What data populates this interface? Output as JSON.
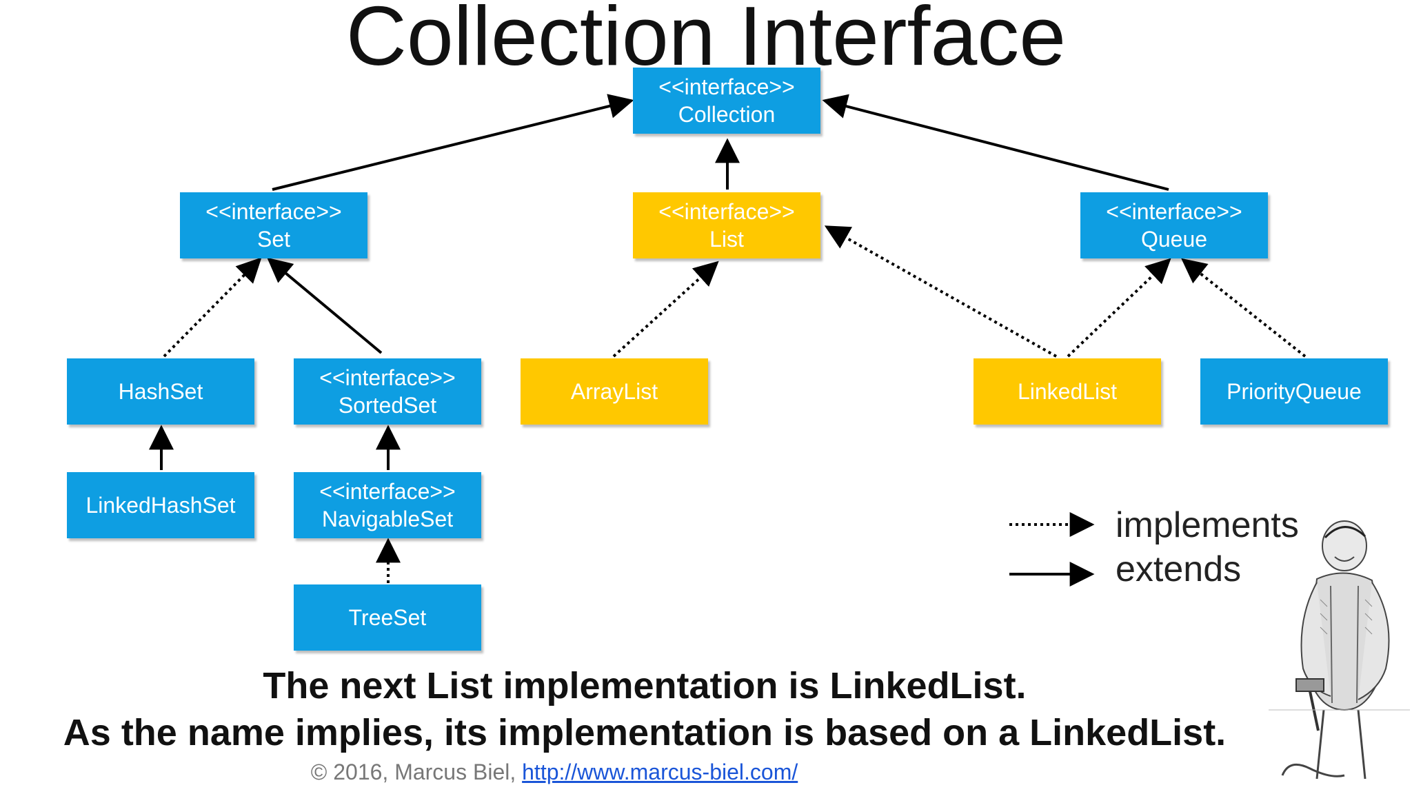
{
  "title": "Collection Interface",
  "nodes": {
    "collection": {
      "stereotype": "<<interface>>",
      "name": "Collection",
      "color": "#0e9ee2"
    },
    "set": {
      "stereotype": "<<interface>>",
      "name": "Set",
      "color": "#0e9ee2"
    },
    "list": {
      "stereotype": "<<interface>>",
      "name": "List",
      "color": "#ffc800"
    },
    "queue": {
      "stereotype": "<<interface>>",
      "name": "Queue",
      "color": "#0e9ee2"
    },
    "hashset": {
      "name": "HashSet",
      "color": "#0e9ee2"
    },
    "sortedset": {
      "stereotype": "<<interface>>",
      "name": "SortedSet",
      "color": "#0e9ee2"
    },
    "arraylist": {
      "name": "ArrayList",
      "color": "#ffc800"
    },
    "linkedlist": {
      "name": "LinkedList",
      "color": "#ffc800"
    },
    "priorityqueue": {
      "name": "PriorityQueue",
      "color": "#0e9ee2"
    },
    "linkedhashset": {
      "name": "LinkedHashSet",
      "color": "#0e9ee2"
    },
    "navigableset": {
      "stereotype": "<<interface>>",
      "name": "NavigableSet",
      "color": "#0e9ee2"
    },
    "treeset": {
      "name": "TreeSet",
      "color": "#0e9ee2"
    }
  },
  "edges": [
    {
      "from": "set",
      "to": "collection",
      "type": "extends"
    },
    {
      "from": "list",
      "to": "collection",
      "type": "extends"
    },
    {
      "from": "queue",
      "to": "collection",
      "type": "extends"
    },
    {
      "from": "hashset",
      "to": "set",
      "type": "implements"
    },
    {
      "from": "sortedset",
      "to": "set",
      "type": "extends"
    },
    {
      "from": "arraylist",
      "to": "list",
      "type": "implements"
    },
    {
      "from": "linkedlist",
      "to": "list",
      "type": "implements"
    },
    {
      "from": "linkedlist",
      "to": "queue",
      "type": "implements"
    },
    {
      "from": "priorityqueue",
      "to": "queue",
      "type": "implements"
    },
    {
      "from": "linkedhashset",
      "to": "hashset",
      "type": "extends"
    },
    {
      "from": "navigableset",
      "to": "sortedset",
      "type": "extends"
    },
    {
      "from": "treeset",
      "to": "navigableset",
      "type": "implements"
    }
  ],
  "legend": {
    "implements": "implements",
    "extends": "extends"
  },
  "caption": {
    "line1": "The next List implementation is LinkedList.",
    "line2": "As the name implies, its implementation is based on a LinkedList."
  },
  "footer": {
    "copyright": "© 2016, Marcus Biel,",
    "link": "http://www.marcus-biel.com/"
  },
  "illustration": "craftsman-sketch"
}
